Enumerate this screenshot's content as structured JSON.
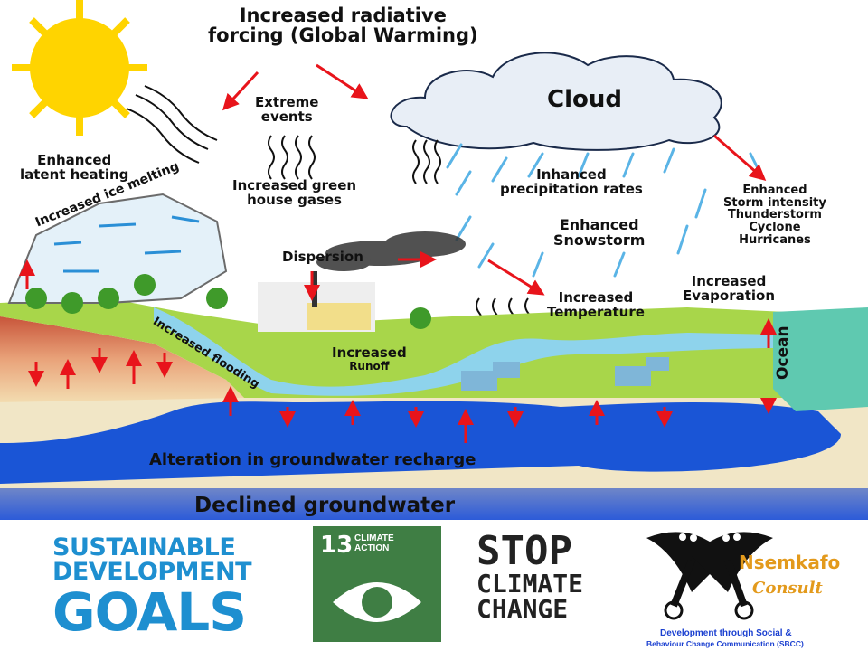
{
  "diagram": {
    "title_line1": "Increased radiative",
    "title_line2": "forcing (Global Warming)",
    "cloud_label": "Cloud",
    "labels": {
      "extreme_events": "Extreme\nevents",
      "latent_heating": "Enhanced\nlatent heating",
      "greenhouse": "Increased green\nhouse gases",
      "precipitation": "Inhanced\nprecipitation rates",
      "snowstorm": "Enhanced\nSnowstorm",
      "storm": "Enhanced\nStorm intensity\nThunderstorm\nCyclone\nHurricanes",
      "ice_melting": "Increased ice melting",
      "dispersion": "Dispersion",
      "temperature": "Increased\nTemperature",
      "evaporation": "Increased\nEvaporation",
      "flooding": "Increased flooding",
      "runoff_1": "Increased",
      "runoff_2": "Runoff",
      "ocean": "Ocean",
      "recharge": "Alteration in groundwater recharge",
      "declined": "Declined groundwater"
    },
    "colors": {
      "arrow": "#e8141b",
      "groundwater": "#1a55d6",
      "ground": "#a8d64a",
      "ocean": "#5fc9b0"
    }
  },
  "logos": {
    "sdg_line1": "SUSTAINABLE",
    "sdg_line2": "DEVELOPMENT",
    "sdg_line3": "GOALS",
    "climate_number": "13",
    "climate_text": "CLIMATE\nACTION",
    "stop_line1": "STOP",
    "stop_line2": "CLIMATE",
    "stop_line3": "CHANGE",
    "nsemkafo_name": "Nsemkafo",
    "nsemkafo_consult": "Consult",
    "nsemkafo_tag1": "Development through Social &",
    "nsemkafo_tag2": "Behaviour Change Communication (SBCC)"
  }
}
